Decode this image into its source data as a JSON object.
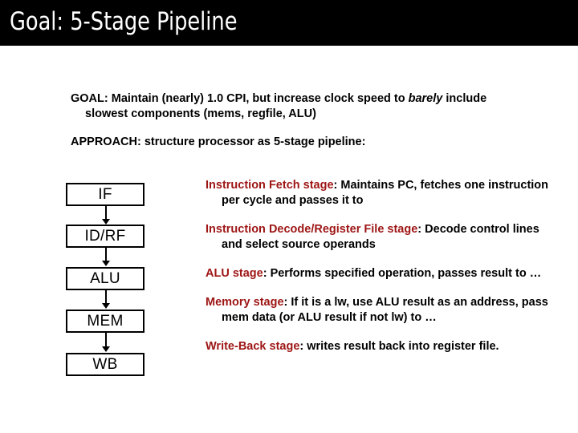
{
  "slide": {
    "title": "Goal: 5-Stage Pipeline",
    "title_bar_color": "#000000",
    "title_text_color": "#ffffff",
    "background_color": "#ffffff",
    "accent_color": "#9E1515"
  },
  "intro": [
    {
      "label": "GOAL:",
      "text_before_italic": "GOAL:  Maintain (nearly) 1.0 CPI, but increase clock speed to ",
      "italic": "barely",
      "text_after_italic": " include slowest components (mems, regfile, ALU)"
    },
    {
      "label": "APPROACH:",
      "full": "APPROACH: structure processor as 5-stage pipeline:"
    }
  ],
  "pipeline": {
    "stages": [
      {
        "label": "IF"
      },
      {
        "label": "ID/RF"
      },
      {
        "label": "ALU"
      },
      {
        "label": "MEM"
      },
      {
        "label": "WB"
      }
    ],
    "arrow_count": 4
  },
  "descriptions": [
    {
      "heading": "Instruction Fetch stage",
      "body": ": Maintains PC, fetches one instruction per cycle and passes it to"
    },
    {
      "heading": "Instruction Decode/Register File stage",
      "body": ": Decode control lines and select source operands"
    },
    {
      "heading": "ALU stage",
      "body": ": Performs specified operation, passes result to …"
    },
    {
      "heading": "Memory stage",
      "body": ": If it is a lw, use ALU result as an address, pass mem data (or ALU result if not lw) to …"
    },
    {
      "heading": "Write-Back stage",
      "body": ": writes result back into register file."
    }
  ]
}
